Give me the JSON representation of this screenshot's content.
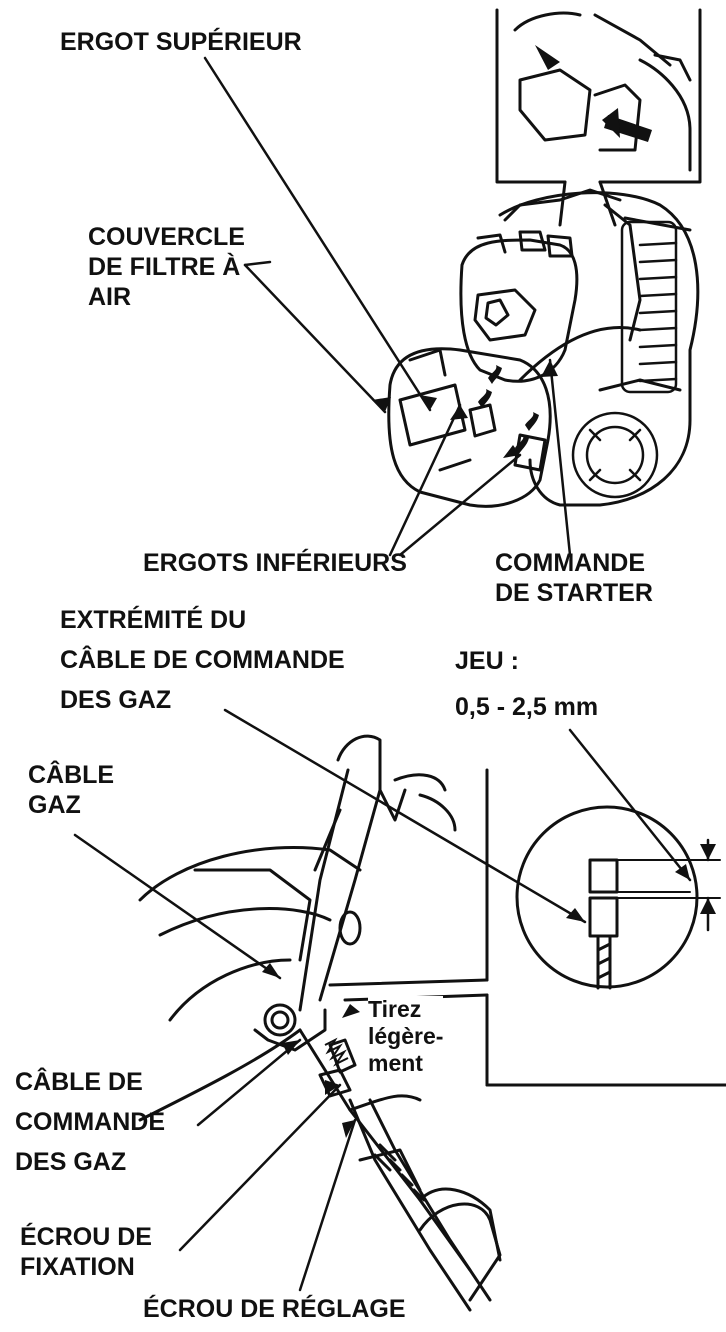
{
  "upper_figure": {
    "labels": {
      "ergot_superieur": "ERGOT SUPÉRIEUR",
      "couvercle_filtre": "COUVERCLE\nDE FILTRE À\nAIR",
      "ergots_inferieurs": "ERGOTS INFÉRIEURS",
      "commande_starter": "COMMANDE\nDE STARTER"
    }
  },
  "lower_figure": {
    "labels": {
      "extremite_cable": "EXTRÉMITÉ DU\nCÂBLE DE COMMANDE\nDES GAZ",
      "jeu_title": "JEU :",
      "jeu_value": "0,5 - 2,5 mm",
      "cable_gaz": "CÂBLE\nGAZ",
      "tirez": "Tirez\nlégère-\nment",
      "cable_commande": "CÂBLE DE\nCOMMANDE\nDES GAZ",
      "ecrou_fixation": "ÉCROU DE\nFIXATION",
      "ecrou_reglage": "ÉCROU DE RÉGLAGE"
    }
  }
}
